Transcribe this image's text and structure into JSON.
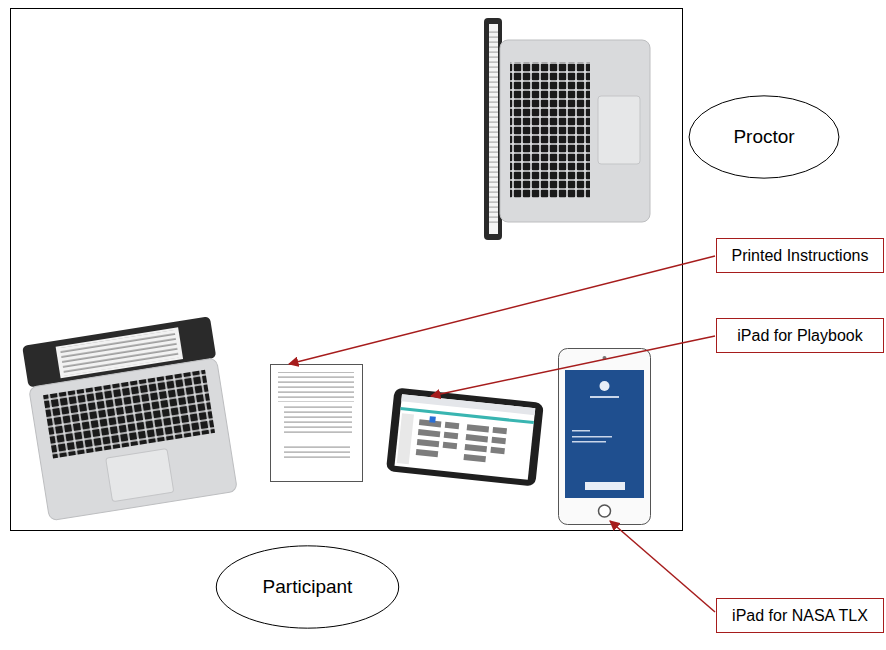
{
  "diagram": {
    "nodes": [
      {
        "text": [
          "Proctor"
        ]
      },
      {
        "text": [
          "Printed Instructions"
        ]
      },
      {
        "text": [
          "iPad for Playbook"
        ]
      },
      {
        "text": [
          "Participant"
        ]
      },
      {
        "text": [
          "iPad for NASA TLX"
        ]
      }
    ]
  }
}
